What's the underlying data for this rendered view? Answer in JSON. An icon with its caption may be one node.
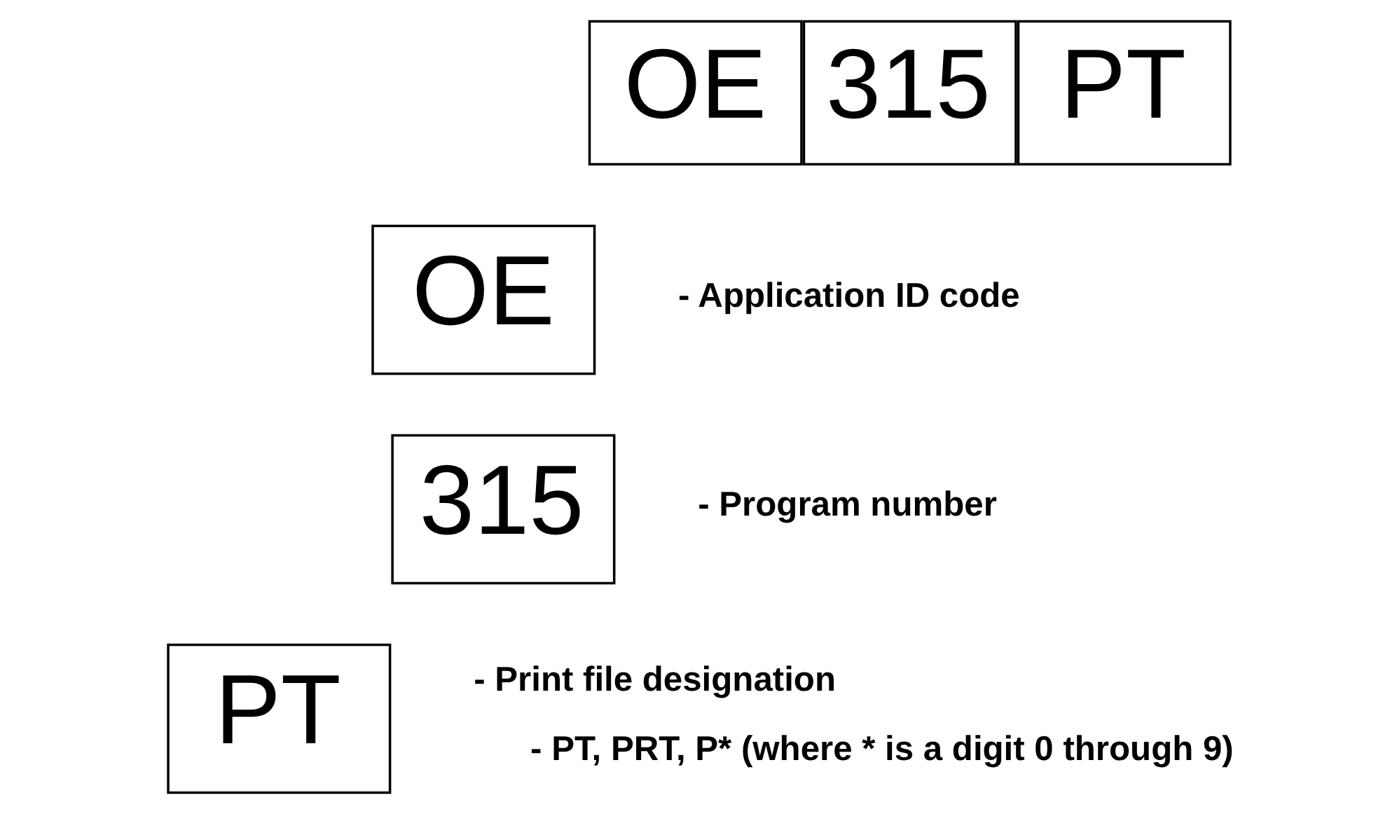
{
  "diagram": {
    "nodes": [
      {
        "text": [
          "OE"
        ]
      },
      {
        "text": [
          "315"
        ]
      },
      {
        "text": [
          "PT"
        ]
      },
      {
        "text": [
          "OE"
        ],
        "beside": [
          "- Application ID code"
        ]
      },
      {
        "text": [
          "315"
        ],
        "beside": [
          "- Program number"
        ]
      },
      {
        "text": [
          "PT"
        ],
        "beside": [
          "- Print file designation",
          "- PT, PRT, P* (where * is a digit 0 through 9)"
        ]
      }
    ],
    "edges": []
  }
}
